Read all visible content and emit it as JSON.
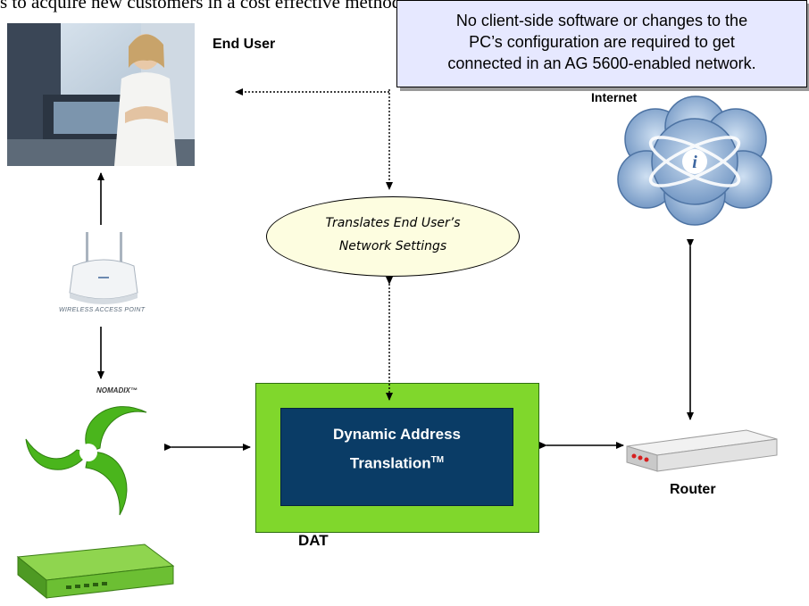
{
  "top_text": "s to acquire new customers in a cost effective method.",
  "callout": {
    "line1": "No client-side software or changes to the",
    "line2": "PC’s configuration are required to get",
    "line3": "connected in an AG 5600-enabled network."
  },
  "labels": {
    "end_user": "End User",
    "internet": "Internet",
    "router": "Router",
    "dat": "DAT",
    "access_point": "WIRELESS ACCESS POINT",
    "nomadix": "NOMADIX™"
  },
  "translator": {
    "line1": "Translates End User’s",
    "line2": "Network Settings"
  },
  "dat_box": {
    "line1": "Dynamic Address",
    "line2": "Translation",
    "tm": "TM"
  },
  "colors": {
    "callout_bg": "#e6e8ff",
    "ellipse_bg": "#fdfde0",
    "dat_green": "#80d72c",
    "dat_navy": "#0a3c66",
    "nomadix_green": "#4ab51c"
  }
}
